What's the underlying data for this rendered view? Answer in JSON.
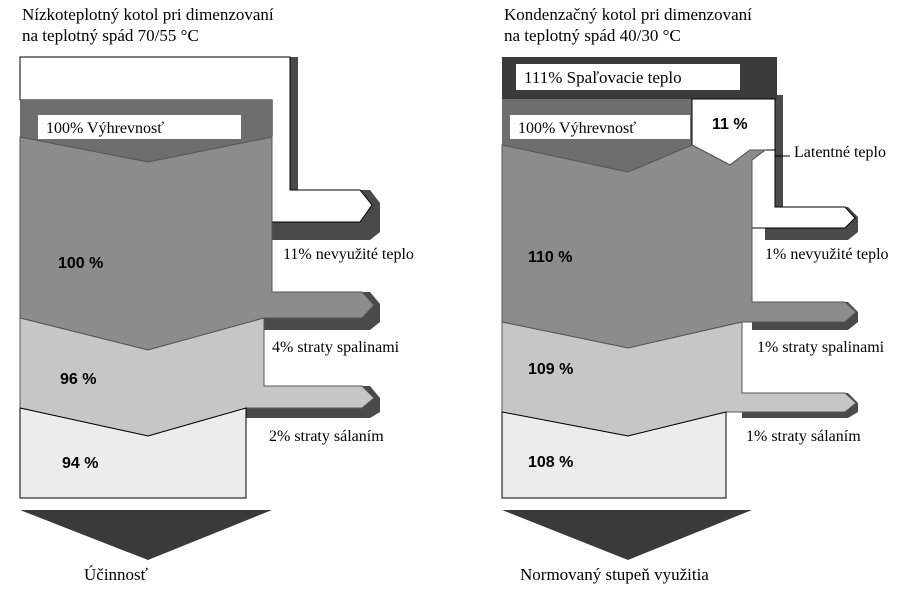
{
  "left": {
    "title_line1": "Nízkoteplotný kotol pri dimenzovaní",
    "title_line2": "na teplotný spád 70/55 °C",
    "input_label": "100% Výhrevnosť",
    "stages": [
      "100 %",
      "96 %",
      "94 %"
    ],
    "losses": [
      "11% nevyužité teplo",
      "4% straty spalinami",
      "2% straty sálaním"
    ],
    "output_label": "Účinnosť"
  },
  "right": {
    "title_line1": "Kondenzačný kotol pri dimenzovaní",
    "title_line2": "na teplotný spád 40/30 °C",
    "combustion_label": "111% Spaľovacie teplo",
    "input_label": "100% Výhrevnosť",
    "latent_value": "11 %",
    "latent_label": "Latentné teplo",
    "stages": [
      "110 %",
      "109 %",
      "108 %"
    ],
    "losses": [
      "1% nevyužité teplo",
      "1% straty spalinami",
      "1% straty sálaním"
    ],
    "output_label": "Normovaný stupeň využitia"
  },
  "colors": {
    "dark": "#3a3a3a",
    "header": "#6e6e6e",
    "stage1": "#8c8c8c",
    "stage2": "#c6c6c6",
    "stage3": "#ececec",
    "shadow": "#4a4a4a"
  }
}
